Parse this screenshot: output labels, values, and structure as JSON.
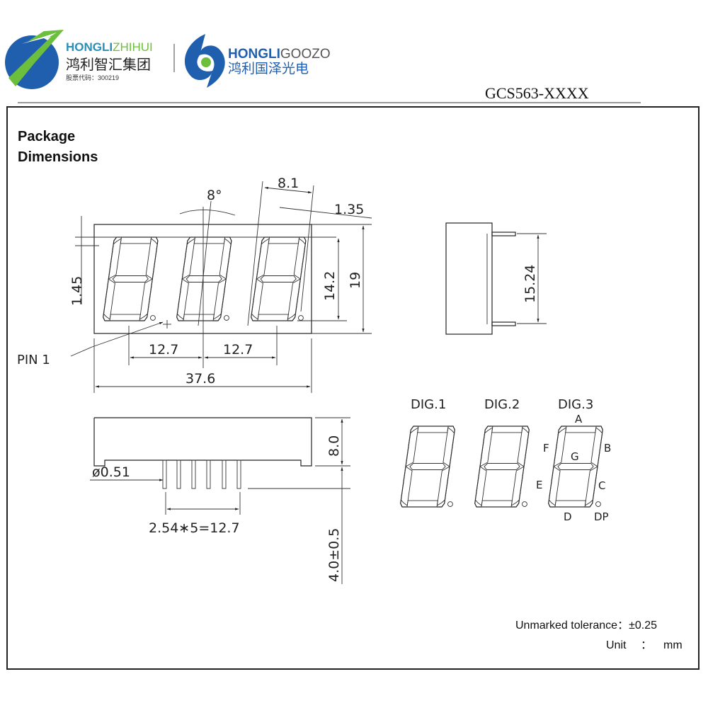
{
  "header": {
    "logo1": {
      "brand_a": "HONGLI",
      "brand_b": "ZHIHUI",
      "chinese": "鸿利智汇集团",
      "stock_code": "股票代码：300219"
    },
    "logo2": {
      "brand_a": "HONGLI",
      "brand_b": "GOOZO",
      "chinese": "鸿利国泽光电"
    },
    "part_number": "GCS563-XXXX",
    "colors": {
      "blue": "#1f5fae",
      "green": "#6cbf3c",
      "teal": "#2a8fb8"
    }
  },
  "section": {
    "title_line1": "Package",
    "title_line2": "Dimensions"
  },
  "front_view": {
    "dim_angle": "8°",
    "dim_digit_width": "8.1",
    "dim_offset": "1.35",
    "dim_top_margin": "1.45",
    "dim_digit_height": "14.2",
    "dim_height": "19",
    "dim_pitch_1": "12.7",
    "dim_pitch_2": "12.7",
    "dim_width": "37.6",
    "pin1_label": "PIN 1"
  },
  "side_view": {
    "dim_pin_span": "15.24"
  },
  "bottom_view": {
    "dim_pin_dia": "ø0.51",
    "dim_pin_pitch": "2.54∗5=12.7",
    "dim_body_height": "8.0",
    "dim_pin_length": "4.0±0.5"
  },
  "segment_diagram": {
    "digits": [
      "DIG.1",
      "DIG.2",
      "DIG.3"
    ],
    "segments": {
      "a": "A",
      "b": "B",
      "c": "C",
      "d": "D",
      "e": "E",
      "f": "F",
      "g": "G",
      "dp": "DP"
    }
  },
  "notes": {
    "tolerance": "Unmarked tolerance：±0.25",
    "unit_label": "Unit",
    "unit_sep": "：",
    "unit_value": "mm"
  }
}
